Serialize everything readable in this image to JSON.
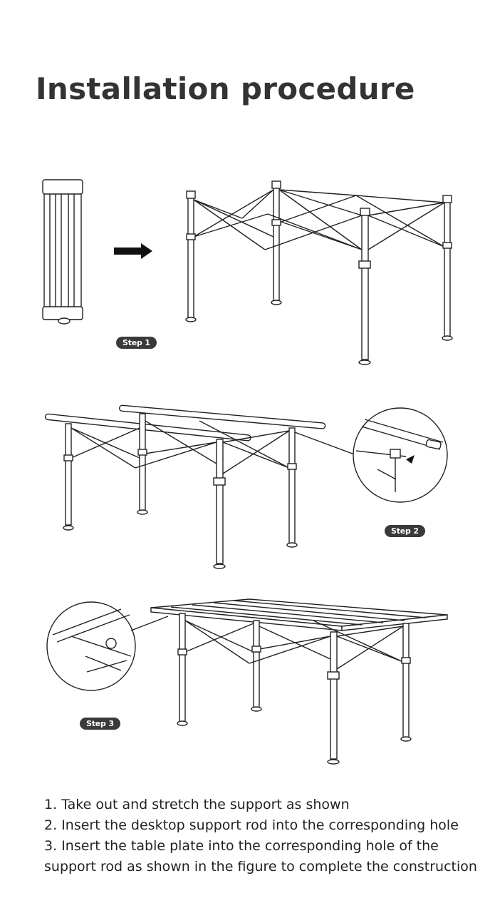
{
  "title": "Installation procedure",
  "steps": [
    {
      "badge": "Step 1"
    },
    {
      "badge": "Step 2"
    },
    {
      "badge": "Step 3"
    }
  ],
  "instructions": [
    "1. Take out and stretch the support as shown",
    "2. Insert the desktop support rod into the corresponding hole",
    "3. Insert the table plate into the corresponding hole of the support rod as shown in the figure to complete the construction"
  ]
}
